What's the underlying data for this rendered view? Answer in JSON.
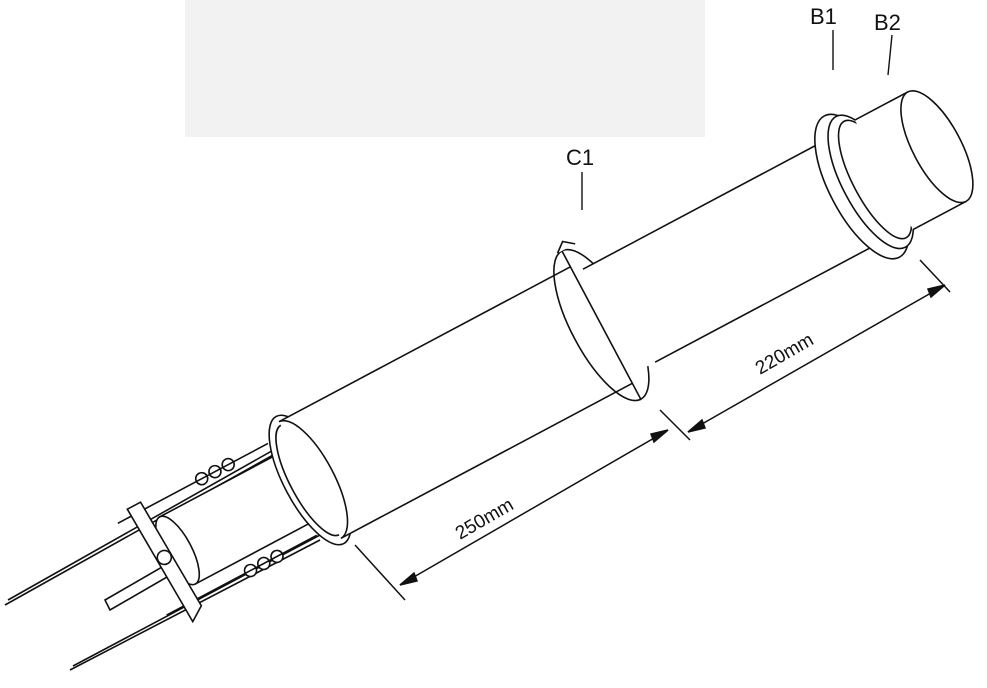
{
  "labels": {
    "b1": "B1",
    "b2": "B2",
    "c1": "C1"
  },
  "dimensions": {
    "first": "250mm",
    "second": "220mm"
  },
  "colors": {
    "stroke": "#111111",
    "fill": "#ffffff",
    "background_panel": "#f2f2f2"
  }
}
